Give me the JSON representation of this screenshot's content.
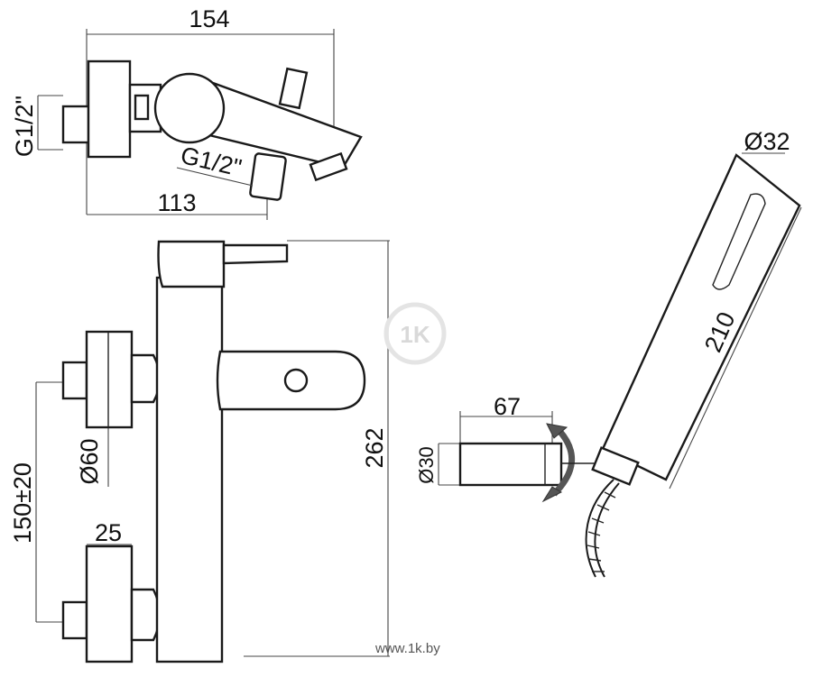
{
  "dimensions": {
    "top_width": "154",
    "top_offset": "113",
    "thread_left": "G1/2\"",
    "thread_outlet": "G1/2\"",
    "eccentric_spacing": "150±20",
    "flange_diameter": "Ø60",
    "connector_width": "25",
    "height": "262",
    "handshower_length": "210",
    "handshower_diameter": "Ø32",
    "holder_length": "67",
    "holder_diameter": "Ø30"
  },
  "watermark": {
    "logo_text": "1K",
    "site": "www.1k.by"
  }
}
